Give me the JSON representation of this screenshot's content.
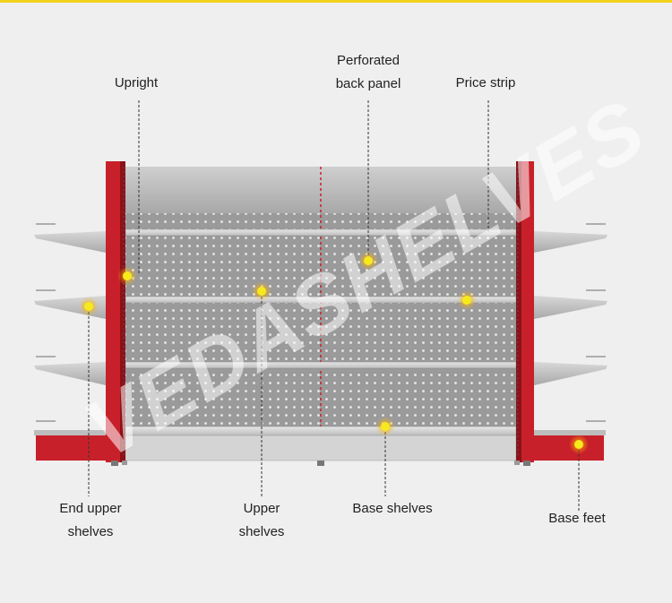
{
  "labels": {
    "upright": "Upright",
    "perforated_1": "Perforated",
    "perforated_2": "back panel",
    "price_strip": "Price strip",
    "end_upper_1": "End upper",
    "end_upper_2": "shelves",
    "upper_1": "Upper",
    "upper_2": "shelves",
    "base_shelves": "Base shelves",
    "base_feet": "Base feet"
  },
  "watermark": "VEDASHELVES",
  "colors": {
    "background": "#efefef",
    "upright_red": "#c8202a",
    "panel_grey": "#9b9b9b",
    "marker_yellow": "#f7ea1c",
    "accent_bar": "#f2d21c"
  }
}
